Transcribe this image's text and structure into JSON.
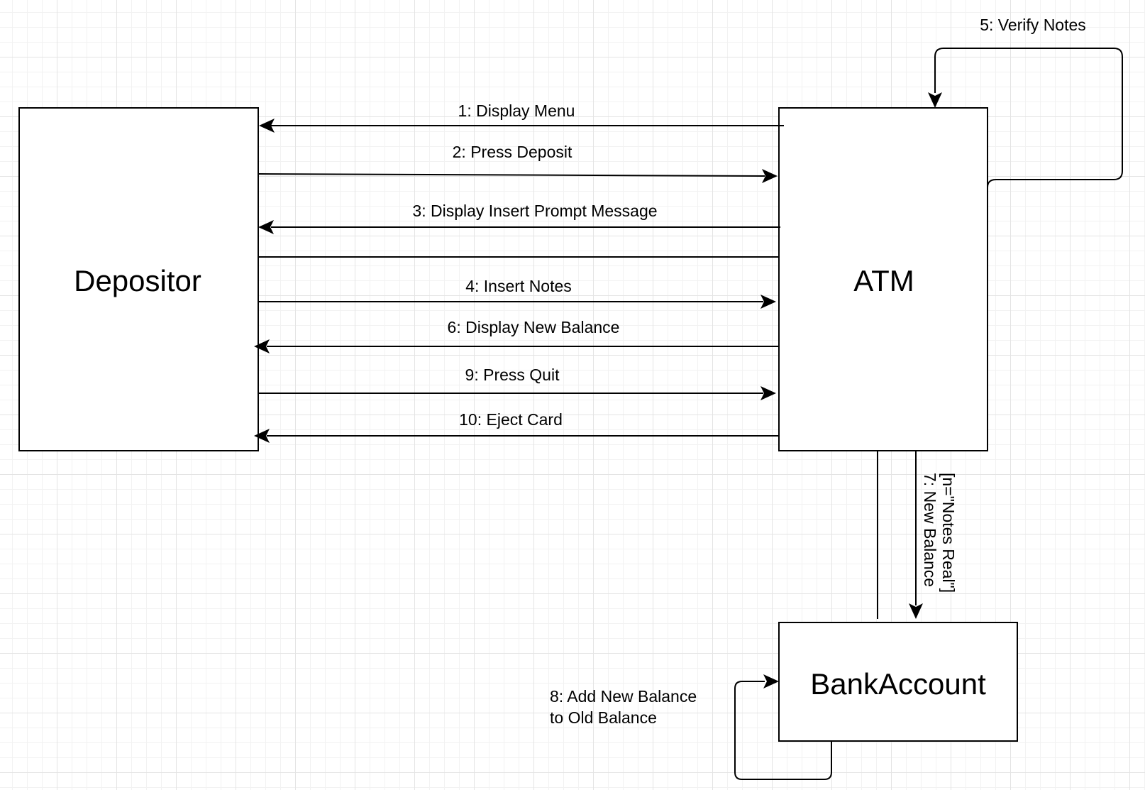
{
  "objects": {
    "depositor": "Depositor",
    "atm": "ATM",
    "bank_account": "BankAccount"
  },
  "messages": {
    "m1": "1: Display Menu",
    "m2": "2: Press Deposit",
    "m3": "3: Display Insert Prompt Message",
    "m4": "4: Insert Notes",
    "m5": "5: Verify Notes",
    "m6": "6: Display New Balance",
    "m7_condition": "[n=\"Notes Real\"]",
    "m7": "7: New Balance",
    "m8_line1": "8: Add New Balance",
    "m8_line2": "to Old Balance",
    "m9": "9: Press Quit",
    "m10": "10: Eject Card"
  }
}
